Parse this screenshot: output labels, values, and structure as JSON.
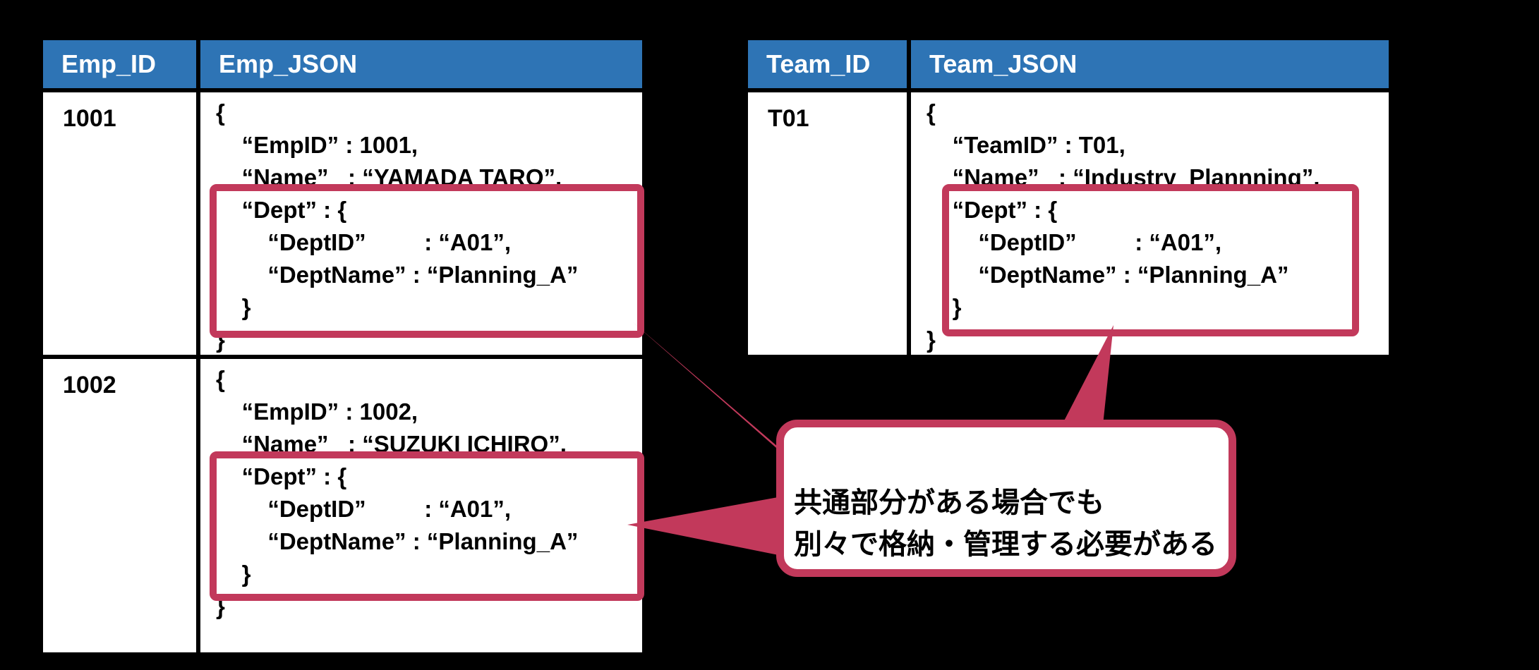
{
  "colors": {
    "background": "#000000",
    "header_blue": "#2E74B5",
    "highlight_red": "#C2395B",
    "cell_white": "#FFFFFF",
    "text_black": "#000000"
  },
  "emp_table": {
    "headers": [
      "Emp_ID",
      "Emp_JSON"
    ],
    "rows": [
      {
        "id": "1001",
        "lines": [
          "{",
          "    “EmpID” : 1001,",
          "    “Name”   : “YAMADA TARO”,",
          "    “Dept” : {",
          "        “DeptID”         : “A01”,",
          "        “DeptName” : “Planning_A”",
          "    }",
          "}"
        ],
        "highlighted_block": "“Dept” object (lines 4-7)"
      },
      {
        "id": "1002",
        "lines": [
          "{",
          "    “EmpID” : 1002,",
          "    “Name”   : “SUZUKI ICHIRO”,",
          "    “Dept” : {",
          "        “DeptID”         : “A01”,",
          "        “DeptName” : “Planning_A”",
          "    }",
          "}"
        ],
        "highlighted_block": "“Dept” object (lines 4-7)"
      }
    ]
  },
  "team_table": {
    "headers": [
      "Team_ID",
      "Team_JSON"
    ],
    "rows": [
      {
        "id": "T01",
        "lines": [
          "{",
          "    “TeamID” : T01,",
          "    “Name”   : “Industry  Plannning”,",
          "    “Dept” : {",
          "        “DeptID”         : “A01”,",
          "        “DeptName” : “Planning_A”",
          "    }",
          "}"
        ],
        "highlighted_block": "“Dept” object (lines 4-7)"
      }
    ]
  },
  "callout": {
    "text_lines": [
      "共通部分がある場合でも",
      "別々で格納・管理する必要がある"
    ]
  }
}
